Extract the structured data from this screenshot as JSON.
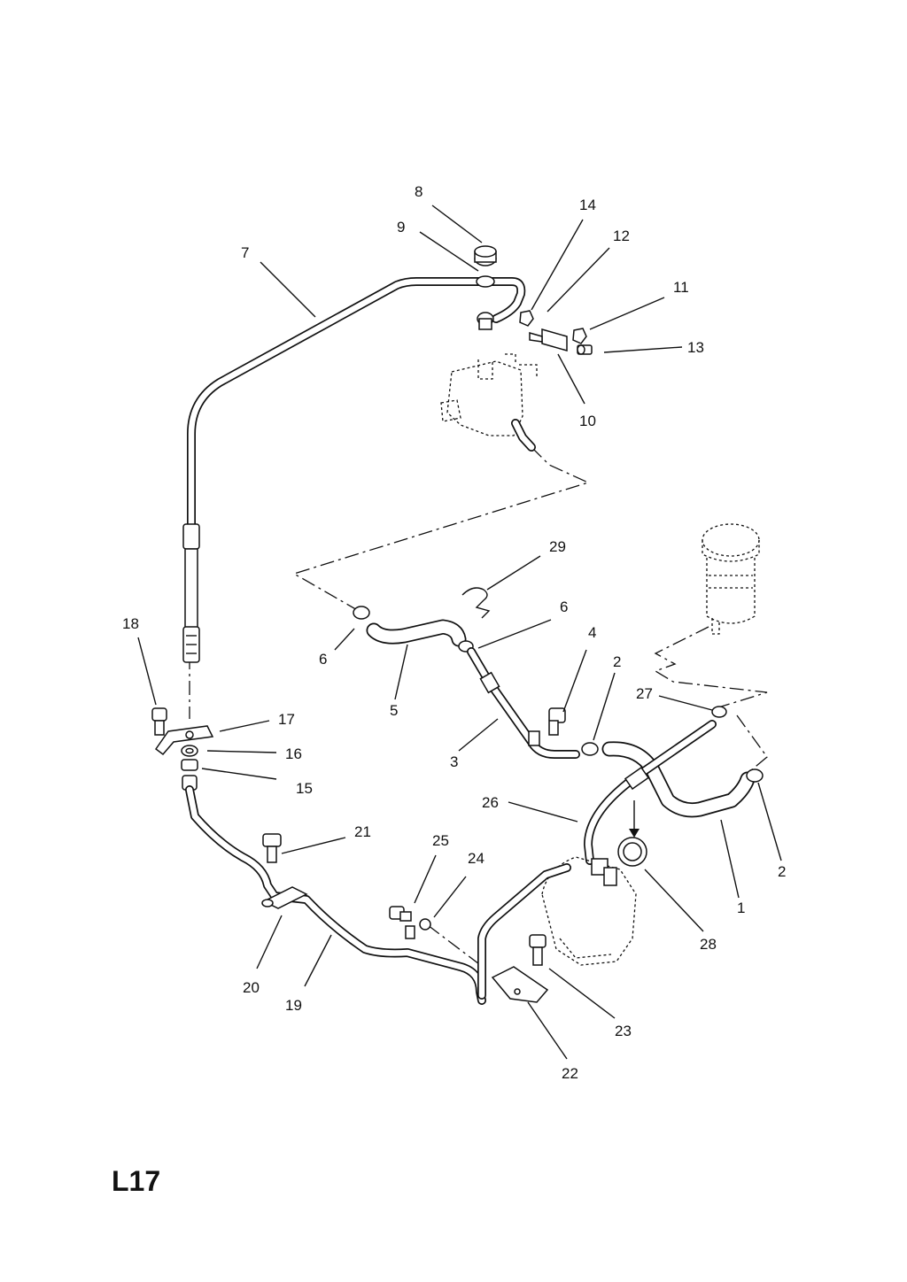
{
  "diagram_id": "L17",
  "callouts": {
    "c1": "1",
    "c2a": "2",
    "c2b": "2",
    "c3": "3",
    "c4": "4",
    "c5": "5",
    "c6a": "6",
    "c6b": "6",
    "c7": "7",
    "c8": "8",
    "c9": "9",
    "c10": "10",
    "c11": "11",
    "c12": "12",
    "c13": "13",
    "c14": "14",
    "c15": "15",
    "c16": "16",
    "c17": "17",
    "c18": "18",
    "c19": "19",
    "c20": "20",
    "c21": "21",
    "c22": "22",
    "c23": "23",
    "c24": "24",
    "c25": "25",
    "c26": "26",
    "c27": "27",
    "c28": "28",
    "c29": "29"
  }
}
